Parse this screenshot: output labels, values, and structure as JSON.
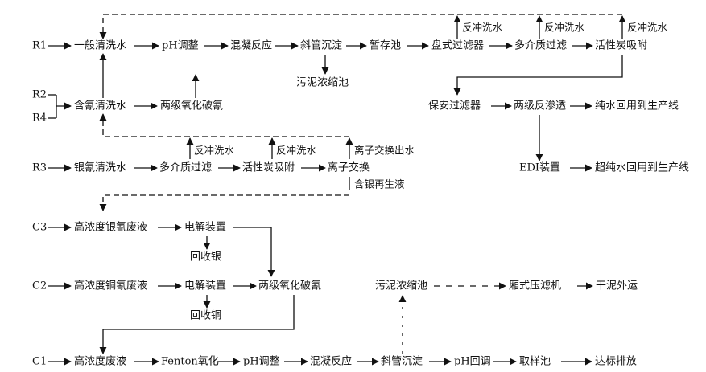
{
  "sources": {
    "r1": "R1",
    "r2": "R2",
    "r4": "R4",
    "r3": "R3",
    "c3": "C3",
    "c2": "C2",
    "c1": "C1"
  },
  "r1_line": {
    "general_rinse": "一般清洗水",
    "ph_adjust": "pH调整",
    "coagulation": "混凝反应",
    "inclined_settler": "斜管沉淀",
    "storage_tank": "暂存池",
    "disc_filter": "盘式过滤器",
    "multimedia_filter": "多介质过滤",
    "activated_carbon": "活性炭吸附",
    "backwash_1": "反冲洗水",
    "backwash_2": "反冲洗水",
    "backwash_3": "反冲洗水",
    "sludge_thickener": "污泥浓缩池"
  },
  "r2_line": {
    "cyanide_rinse": "含氰清洗水",
    "two_stage_oxidation": "两级氧化破氰"
  },
  "ro_line": {
    "security_filter": "保安过滤器",
    "two_stage_ro": "两级反渗透",
    "pure_water_reuse": "纯水回用到生产线",
    "edi": "EDI装置",
    "ultrapure_reuse": "超纯水回用到生产线"
  },
  "r3_line": {
    "silver_cyanide_rinse": "银氰清洗水",
    "multimedia_filter": "多介质过滤",
    "activated_carbon": "活性炭吸附",
    "ion_exchange": "离子交换",
    "backwash_1": "反冲洗水",
    "backwash_2": "反冲洗水",
    "ion_exchange_effluent": "离子交换出水",
    "silver_regenerant": "含银再生液"
  },
  "c3_line": {
    "high_silver_cyanide": "高浓度银氰废液",
    "electrolysis": "电解装置",
    "recover_silver": "回收银"
  },
  "c2_line": {
    "high_copper_cyanide": "高浓度铜氰废液",
    "electrolysis": "电解装置",
    "recover_copper": "回收铜",
    "two_stage_oxidation": "两级氧化破氰"
  },
  "sludge_line": {
    "sludge_thickener": "污泥浓缩池",
    "filter_press": "厢式压滤机",
    "dry_sludge": "干泥外运"
  },
  "c1_line": {
    "high_conc_waste": "高浓度废液",
    "fenton": "Fenton氧化",
    "ph_adjust": "pH调整",
    "coagulation": "混凝反应",
    "inclined_settler": "斜管沉淀",
    "ph_readjust": "pH回调",
    "sampling_tank": "取样池",
    "discharge": "达标排放"
  },
  "colors": {
    "ink": "#111111",
    "background": "#ffffff"
  }
}
